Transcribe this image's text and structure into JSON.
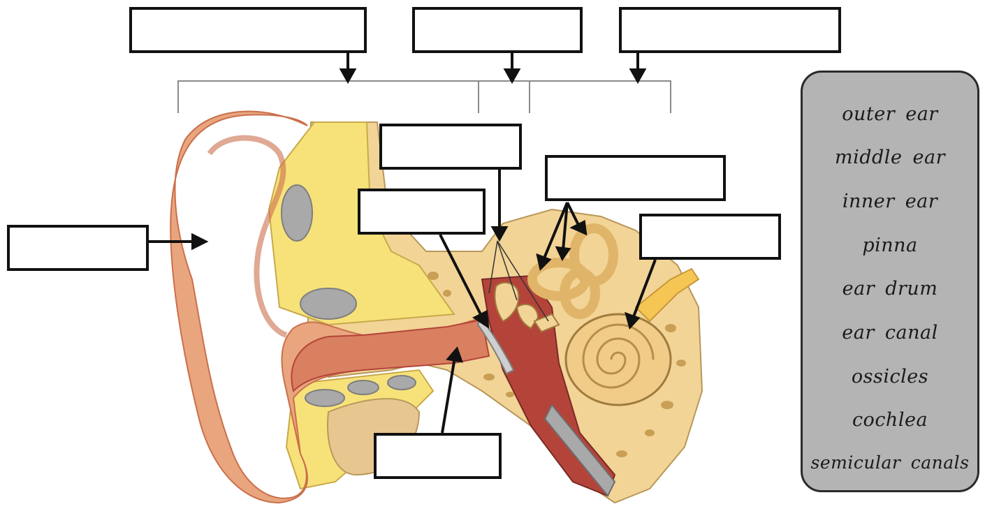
{
  "word_bank": {
    "items": [
      "outer ear",
      "middle ear",
      "inner ear",
      "pinna",
      "ear drum",
      "ear canal",
      "ossicles",
      "cochlea",
      "semicular canals"
    ]
  },
  "colors": {
    "skin": "#e9a57e",
    "skin_shadow": "#c9704c",
    "bone": "#f2d496",
    "fat": "#f7e27a",
    "canal": "#b4443a",
    "cartilage": "#a9a9a9",
    "word_bank_bg": "#b4b4b4"
  }
}
